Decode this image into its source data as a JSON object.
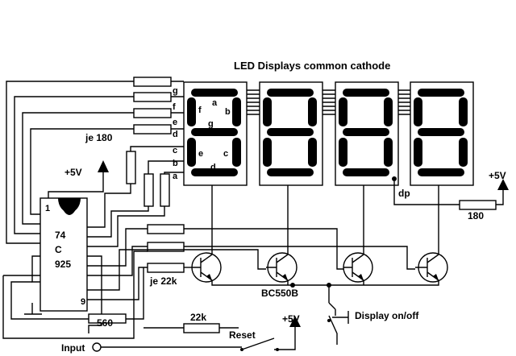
{
  "title": "LED Displays common cathode",
  "segment_pins": [
    "g",
    "f",
    "e",
    "d",
    "c",
    "b",
    "a"
  ],
  "segment_labels": [
    "a",
    "b",
    "f",
    "g",
    "e",
    "c",
    "d"
  ],
  "resistor_note": "je 180",
  "supply_left": "+5V",
  "supply_right": "+5V",
  "supply_reset": "+5V",
  "ic": {
    "line1": "74",
    "line2": "C",
    "line3": "925",
    "pin1": "1",
    "pin9": "9"
  },
  "dp_label": "dp",
  "dp_resistor": "180",
  "base_resistor_note": "je 22k",
  "transistor_type": "BC550B",
  "r_560": "560",
  "r_22k": "22k",
  "reset_label": "Reset",
  "display_switch_label": "Display on/off",
  "input_label": "Input"
}
